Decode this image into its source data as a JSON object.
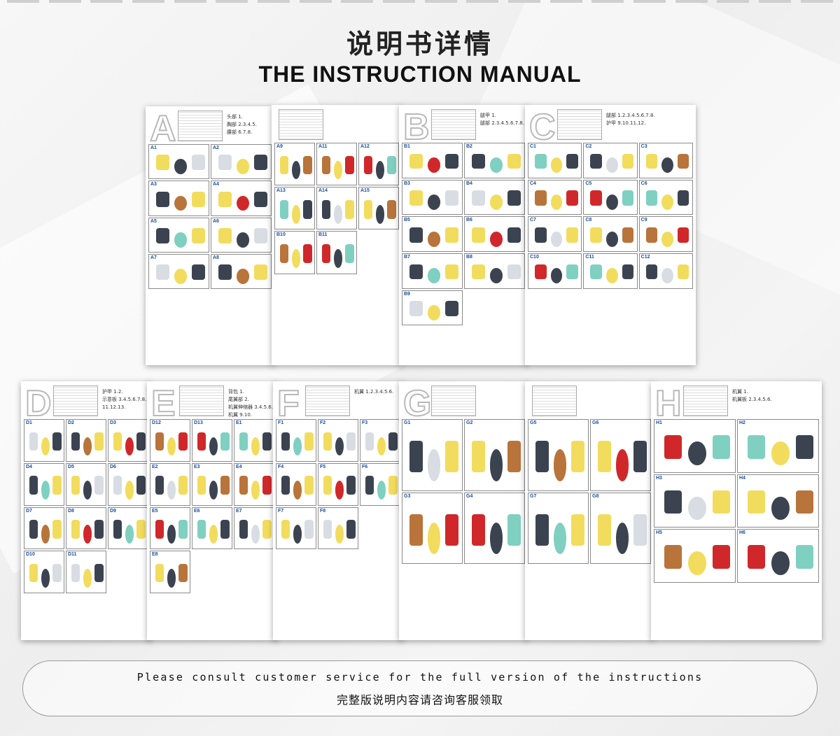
{
  "header": {
    "title_cn": "说明书详情",
    "title_en": "THE INSTRUCTION MANUAL"
  },
  "pages": [
    {
      "letter": "A",
      "header_lines": [
        "头部 1.",
        "胸部 2.3.4.5.",
        "腰部 6.7.8."
      ],
      "steps": [
        "A1",
        "A2",
        "A3",
        "A4",
        "A5",
        "A6",
        "A7",
        "A8"
      ]
    },
    {
      "letter": "",
      "header_lines": [],
      "steps": [
        "A9",
        "A11",
        "A12",
        "A13",
        "A14",
        "A15",
        "B10",
        "B11"
      ]
    },
    {
      "letter": "B",
      "header_lines": [
        "腿甲 1.",
        "腿部 2.3.4.5.6.7.8."
      ],
      "steps": [
        "B1",
        "B2",
        "B3",
        "B4",
        "B5",
        "B6",
        "B7",
        "B8",
        "B9"
      ]
    },
    {
      "letter": "C",
      "header_lines": [
        "腿部 1.2.3.4.5.6.7.8.",
        "护甲 9.10.11.12."
      ],
      "steps": [
        "C1",
        "C2",
        "C3",
        "C4",
        "C5",
        "C6",
        "C7",
        "C8",
        "C9",
        "C10",
        "C11",
        "C12"
      ]
    },
    {
      "letter": "D",
      "header_lines": [
        "护甲 1.2.",
        "示意板 3.4.5.6.7.8.",
        "11.12.13."
      ],
      "steps": [
        "D1",
        "D2",
        "D3",
        "D4",
        "D5",
        "D6",
        "D7",
        "D8",
        "D9",
        "D10",
        "D11"
      ]
    },
    {
      "letter": "E",
      "header_lines": [
        "背包 1.",
        "尾翼部 2.",
        "机翼伸缩器 3.4.5.6.",
        "机翼 9.10."
      ],
      "steps": [
        "D12",
        "D13",
        "E1",
        "E2",
        "E3",
        "E4",
        "E5",
        "E6",
        "E7",
        "E8"
      ]
    },
    {
      "letter": "F",
      "header_lines": [
        "机翼 1.2.3.4.5.6."
      ],
      "steps": [
        "F1",
        "F2",
        "F3",
        "F4",
        "F5",
        "F6",
        "F7",
        "F8"
      ]
    },
    {
      "letter": "G",
      "header_lines": [],
      "steps": [
        "G1",
        "G2",
        "G3",
        "G4"
      ]
    },
    {
      "letter": "",
      "header_lines": [],
      "steps": [
        "G5",
        "G6",
        "G7",
        "G8"
      ]
    },
    {
      "letter": "H",
      "header_lines": [
        "机翼 1.",
        "机翼板 2.3.4.5.6."
      ],
      "steps": [
        "H1",
        "H2",
        "H3",
        "H4",
        "H5",
        "H6"
      ]
    }
  ],
  "footer": {
    "text_en": "Please consult customer service for the full version of the instructions",
    "text_cn": "完整版说明内容请咨询客服领取"
  }
}
